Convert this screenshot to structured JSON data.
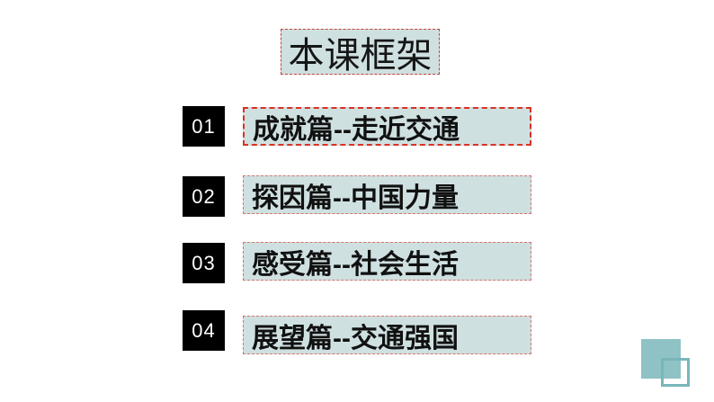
{
  "slide": {
    "title": "本课框架",
    "items": [
      {
        "number": "01",
        "label": "成就篇--走近交通"
      },
      {
        "number": "02",
        "label": "探因篇--中国力量"
      },
      {
        "number": "03",
        "label": "感受篇--社会生活"
      },
      {
        "number": "04",
        "label": "展望篇--交通强国"
      }
    ],
    "colors": {
      "background": "#ffffff",
      "box_fill": "#cfe0e1",
      "primary_dashed_border": "#d93226",
      "fine_dashed_border": "#d4766c",
      "title_border": "#c2443a",
      "number_box_bg": "#000000",
      "number_box_fg": "#ffffff",
      "text": "#111111",
      "deco_square_fill": "#8fc2c5",
      "deco_square_outline": "#79b6b9"
    }
  }
}
